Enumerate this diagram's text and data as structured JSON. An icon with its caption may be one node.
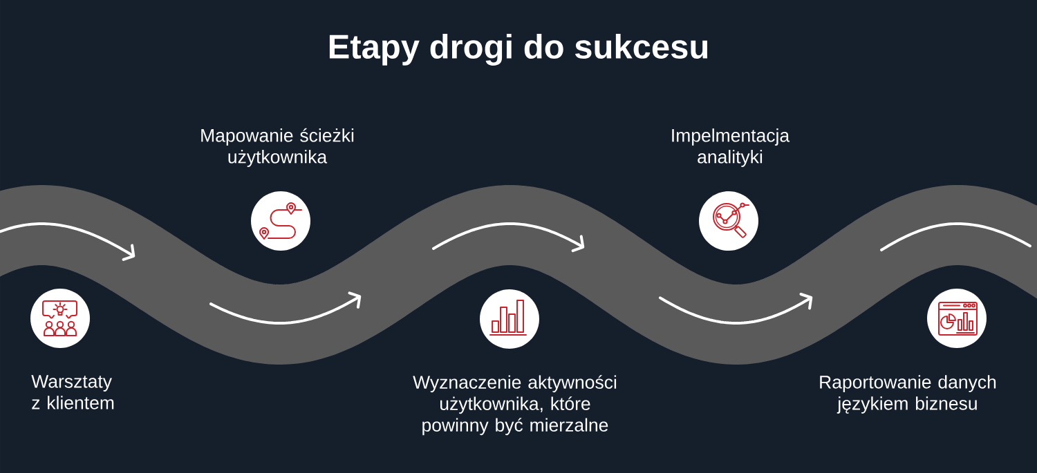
{
  "diagram": {
    "title": "Etapy drogi do sukcesu",
    "nodes": [
      {
        "text": [
          "Warsztaty z klientem"
        ]
      },
      {
        "text": [
          "Mapowanie ścieżki użytkownika"
        ]
      },
      {
        "text": [
          "Wyznaczenie aktywności użytkownika, które powinny być mierzalne"
        ]
      },
      {
        "text": [
          "Impelmentacja analityki"
        ]
      },
      {
        "text": [
          "Raportowanie danych językiem biznesu"
        ]
      }
    ]
  }
}
